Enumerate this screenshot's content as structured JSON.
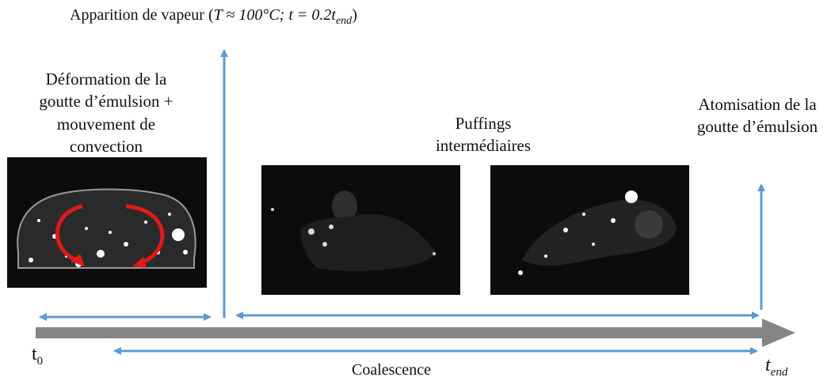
{
  "texts": {
    "vapour_label_prefix": "Apparition de vapeur (",
    "vapour_math": "T ≈ 100°C; t = 0.2t",
    "vapour_math_sub": "end",
    "vapour_label_suffix": ")",
    "deformation_line1": "Déformation de la",
    "deformation_line2": "goutte d’émulsion +",
    "deformation_line3": "mouvement de",
    "deformation_line4": "convection",
    "puffings_line1": "Puffings",
    "puffings_line2": "intermédiaires",
    "atomisation_line1": "Atomisation de la",
    "atomisation_line2": "goutte d’émulsion",
    "t0_base": "t",
    "t0_sub": "0",
    "tend_base": "t",
    "tend_sub": "end",
    "coalescence": "Coalescence"
  },
  "colors": {
    "timeline": "#858585",
    "arrows": "#5b9bd5",
    "photo_bg": "#0c0c0c",
    "convection": "#e0191a"
  }
}
